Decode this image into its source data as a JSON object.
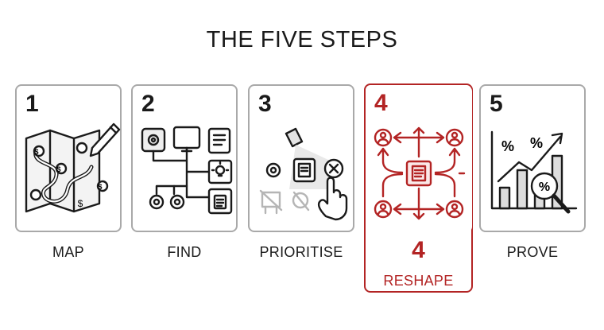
{
  "title": "THE FIVE STEPS",
  "steps": [
    {
      "number": "1",
      "label": "MAP"
    },
    {
      "number": "2",
      "label": "FIND"
    },
    {
      "number": "3",
      "label": "PRIORITISE"
    },
    {
      "number": "4",
      "label": "RESHAPE",
      "active": true,
      "big_number": "4"
    },
    {
      "number": "5",
      "label": "PROVE"
    }
  ],
  "icons": {
    "step1": "map-icon",
    "step2": "flowchart-icon",
    "step3": "spotlight-priority-icon",
    "step4": "reshape-arrows-icon",
    "step5": "growth-chart-icon"
  },
  "colors": {
    "accent": "#b32424",
    "border": "#a9a9a9",
    "ink": "#1a1a1a"
  },
  "icon_glyphs": {
    "dollar": "$",
    "percent": "%"
  }
}
